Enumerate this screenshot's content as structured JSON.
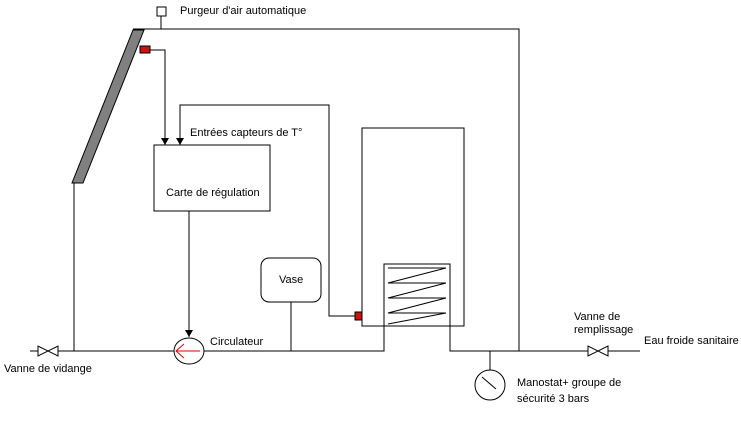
{
  "labels": {
    "air_purger": "Purgeur d'air automatique",
    "sensor_inputs": "Entrées capteurs de T°",
    "control_board": "Carte de régulation",
    "expansion_vessel": "Vase",
    "circulator": "Circulateur",
    "drain_valve": "Vanne de vidange",
    "fill_valve_line1": "Vanne de",
    "fill_valve_line2": "remplissage",
    "cold_water": "Eau froide sanitaire",
    "pressure_gauge_line1": "Manostat+ groupe de",
    "pressure_gauge_line2": "sécurité 3 bars"
  },
  "colors": {
    "lines": "#000000",
    "collector_fill": "#808080",
    "sensor_fill": "#cc1111",
    "circulator_arrow": "#dd0000",
    "background": "#ffffff"
  }
}
